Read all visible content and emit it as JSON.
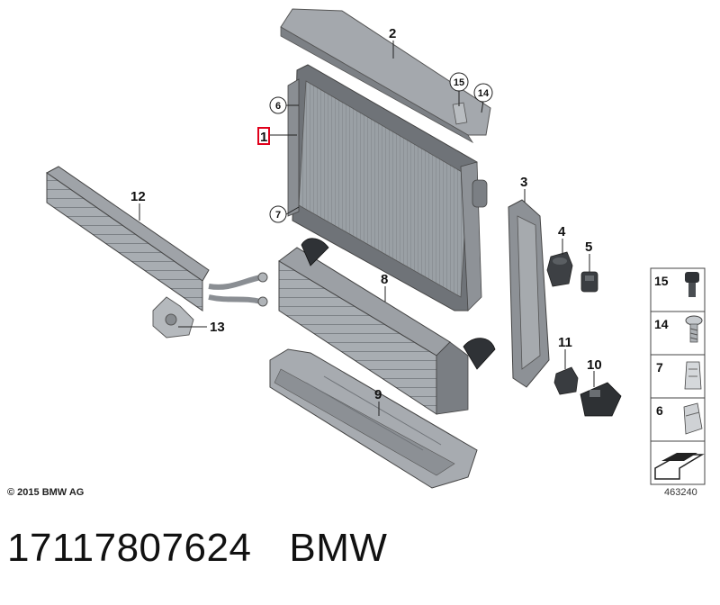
{
  "diagram": {
    "callouts": [
      "1",
      "2",
      "3",
      "4",
      "5",
      "6",
      "7",
      "8",
      "9",
      "10",
      "11",
      "12",
      "13",
      "14",
      "15"
    ],
    "highlighted_callout": "1",
    "highlight_color": "#e0001b",
    "part_fill": "#9a9ea3",
    "part_dark": "#6f7378",
    "legend": [
      {
        "number": "15",
        "icon": "push-rivet-icon"
      },
      {
        "number": "14",
        "icon": "screw-icon"
      },
      {
        "number": "7",
        "icon": "spring-clip-icon"
      },
      {
        "number": "6",
        "icon": "clamp-clip-icon"
      },
      {
        "number": "",
        "icon": "direction-arrow-icon"
      }
    ],
    "copyright": "© 2015 BMW AG",
    "diagram_id": "463240"
  },
  "caption": {
    "part_number": "17117807624",
    "brand": "BMW"
  }
}
